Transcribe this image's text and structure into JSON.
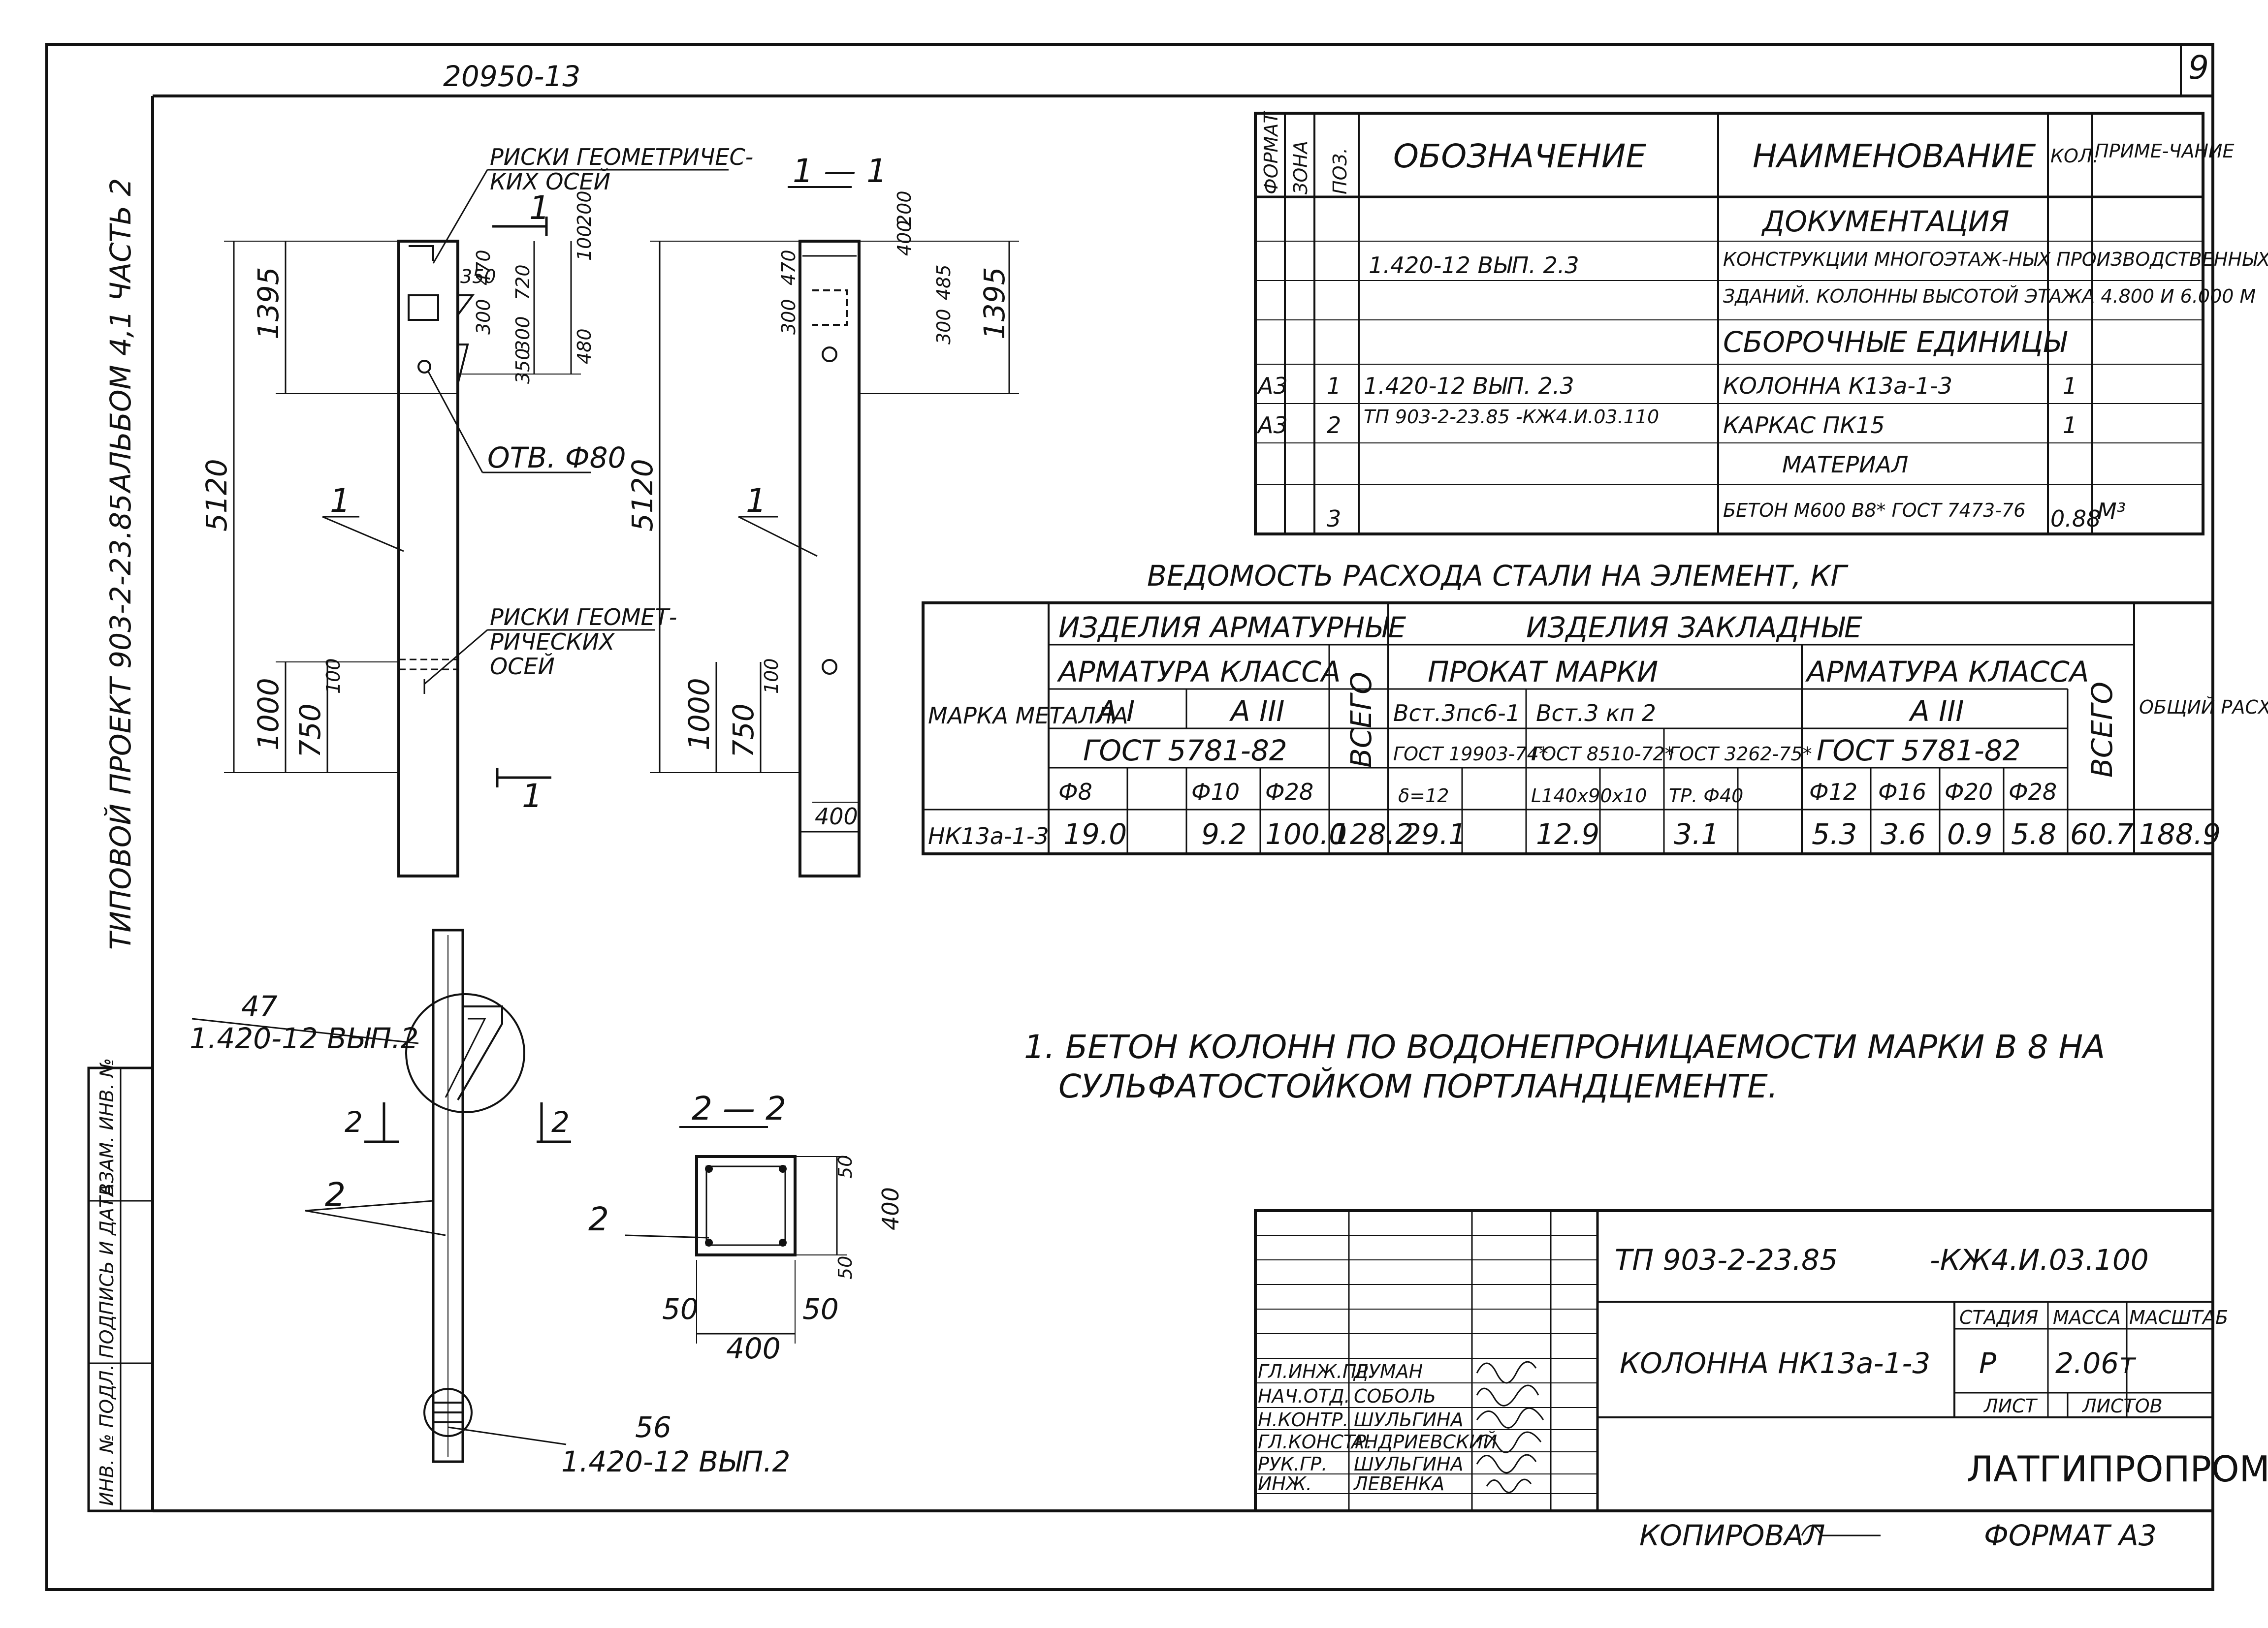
{
  "header": {
    "archive_no": "20950-13",
    "corner_mark": "9"
  },
  "side_stamp": {
    "project": "ТИПОВОЙ ПРОЕКТ 903-2-23.85",
    "album": "АЛЬБОМ 4,1 ЧАСТЬ 2",
    "field_labels": [
      "ИНВ. № ПОДЛ.",
      "ПОДПИСЬ И ДАТА",
      "ВЗАМ. ИНВ. №"
    ]
  },
  "drawing": {
    "elevation": {
      "axes_note_top": [
        "РИСКИ ГЕОМЕТРИЧЕС-",
        "КИХ ОСЕЙ"
      ],
      "axes_note_bottom": [
        "РИСКИ ГЕОМЕТ-",
        "РИЧЕСКИХ",
        "ОСЕЙ"
      ],
      "hole_note": "ОТВ. Ф80",
      "position_label": "1",
      "cut_label": "1",
      "dims": {
        "total": "5120",
        "top_span": "1395",
        "d300": "300",
        "d470": "470",
        "d350": "350",
        "d100": "100",
        "d200": "200",
        "d720": "720",
        "d300b": "300",
        "d480": "480",
        "d350b": "350",
        "d1000": "1000",
        "d750": "750",
        "d100b": "100"
      }
    },
    "section_1_1": {
      "title": "1 — 1",
      "position_label": "1",
      "dims": {
        "total": "5120",
        "d300": "300",
        "d470": "470",
        "d400": "400",
        "d200": "200",
        "d300b": "300",
        "d485": "485",
        "top_span": "1395",
        "d1000": "1000",
        "d750": "750",
        "d100": "100",
        "width": "400"
      }
    },
    "cage": {
      "detail_top_no": "47",
      "detail_top_ref": "1.420-12 ВЫП.2",
      "detail_bottom_no": "56",
      "detail_bottom_ref": "1.420-12 ВЫП.2",
      "cut_left": "2",
      "cut_right": "2",
      "position_label": "2"
    },
    "section_2_2": {
      "title": "2 — 2",
      "position_label": "2",
      "dims": {
        "cover_top": "50",
        "height": "400",
        "cover_bottom": "50",
        "cover_left": "50",
        "cover_right": "50",
        "width": "400"
      }
    }
  },
  "spec_table": {
    "headers": [
      "ФОРМАТ",
      "ЗОНА",
      "ПОЗ.",
      "ОБОЗНАЧЕНИЕ",
      "НАИМЕНОВАНИЕ",
      "КОЛ.",
      "ПРИМЕ-ЧАНИЕ"
    ],
    "rows": [
      {
        "format": "",
        "zone": "",
        "pos": "",
        "designation": "",
        "name": "ДОКУМЕНТАЦИЯ",
        "qty": "",
        "note": "",
        "section": true
      },
      {
        "format": "",
        "zone": "",
        "pos": "",
        "designation": "1.420-12   ВЫП. 2.3",
        "name": "КОНСТРУКЦИИ МНОГОЭТАЖ-НЫХ ПРОИЗВОДСТВЕННЫХ",
        "qty": "",
        "note": ""
      },
      {
        "format": "",
        "zone": "",
        "pos": "",
        "designation": "",
        "name": "ЗДАНИЙ. КОЛОННЫ ВЫСОТОЙ ЭТАЖА 4.800 И 6.000 М",
        "qty": "",
        "note": ""
      },
      {
        "format": "",
        "zone": "",
        "pos": "",
        "designation": "",
        "name": "СБОРОЧНЫЕ ЕДИНИЦЫ",
        "qty": "",
        "note": "",
        "section": true
      },
      {
        "format": "А3",
        "zone": "",
        "pos": "1",
        "designation": "1.420-12   ВЫП. 2.3",
        "name": "КОЛОННА  К13а-1-3",
        "qty": "1",
        "note": ""
      },
      {
        "format": "А3",
        "zone": "",
        "pos": "2",
        "designation": "ТП 903-2-23.85 -КЖ4.И.03.110",
        "name": "КАРКАС  ПК15",
        "qty": "1",
        "note": ""
      },
      {
        "format": "",
        "zone": "",
        "pos": "",
        "designation": "",
        "name": "МАТЕРИАЛ",
        "qty": "",
        "note": "",
        "section": true
      },
      {
        "format": "",
        "zone": "",
        "pos": "3",
        "designation": "",
        "name": "БЕТОН  М600  В8*  ГОСТ  7473-76",
        "qty": "0.88",
        "note": "М³"
      }
    ]
  },
  "steel_table": {
    "title": "ВЕДОМОСТЬ  РАСХОДА  СТАЛИ  НА  ЭЛЕМЕНТ, КГ",
    "mark_header": "МАРКА МЕТАЛЛА",
    "group_reinf": "ИЗДЕЛИЯ  АРМАТУРНЫЕ",
    "group_embed": "ИЗДЕЛИЯ  ЗАКЛАДНЫЕ",
    "reinf_class": "АРМАТУРА  КЛАССА",
    "class_a1": "А I",
    "class_a3": "А III",
    "gost_5781": "ГОСТ  5781-82",
    "total": "ВСЕГО",
    "rolled": "ПРОКАТ  МАРКИ",
    "steel1": "Вст.3пс6-1",
    "steel2": "Вст.3 кп 2",
    "gost_19903": "ГОСТ 19903-74*",
    "gost_8510": "ГОСТ 8510-72*",
    "gost_3262": "ГОСТ 3262-75*",
    "delta12": "δ=12",
    "angle": "L140x90x10",
    "pipe40": "ТР. Ф40",
    "embed_class": "АРМАТУРА  КЛАССА",
    "embed_a3": "А III",
    "embed_gost": "ГОСТ  5781-82",
    "overall": "ОБЩИЙ РАСХОД",
    "diameters": [
      "Ф8",
      "Ф10",
      "Ф28",
      "Ф12",
      "Ф16",
      "Ф20",
      "Ф28"
    ],
    "row": {
      "mark": "НК13а-1-3",
      "a1_d8": "19.0",
      "a3_d10": "9.2",
      "a3_d28": "100.0",
      "reinf_total": "128.2",
      "plate": "29.1",
      "angle": "12.9",
      "pipe": "3.1",
      "e_d12": "5.3",
      "e_d16": "3.6",
      "e_d20": "0.9",
      "e_d28": "5.8",
      "embed_total": "60.7",
      "overall": "188.9"
    }
  },
  "note": {
    "line1": "1. БЕТОН  КОЛОНН  ПО  ВОДОНЕПРОНИЦАЕМОСТИ  МАРКИ  В 8  НА",
    "line2": "СУЛЬФАТОСТОЙКОМ  ПОРТЛАНДЦЕМЕНТЕ."
  },
  "title_block": {
    "doc_code": "ТП 903-2-23.85",
    "doc_suffix": "-КЖ4.И.03.100",
    "element_name": "КОЛОННА  НК13а-1-3",
    "stage_hdr": "СТАДИЯ",
    "mass_hdr": "МАССА",
    "scale_hdr": "МАСШТАБ",
    "stage": "Р",
    "mass": "2.06т",
    "sheet_hdr": "ЛИСТ",
    "sheets_hdr": "ЛИСТОВ",
    "org": "ЛАТГИПРОПРОМ",
    "roles": [
      "ГЛ.ИНЖ.ПР.",
      "НАЧ.ОТД.",
      "Н.КОНТР.",
      "ГЛ.КОНСТР.",
      "РУК.ГР.",
      "ИНЖ."
    ],
    "names": [
      "ДУМАН",
      "СОБОЛЬ",
      "ШУЛЬГИНА",
      "АНДРИЕВСКИЙ",
      "ШУЛЬГИНА",
      "ЛЕВЕНКА"
    ]
  },
  "footer": {
    "copied": "КОПИРОВАЛ",
    "format": "ФОРМАТ А3"
  }
}
